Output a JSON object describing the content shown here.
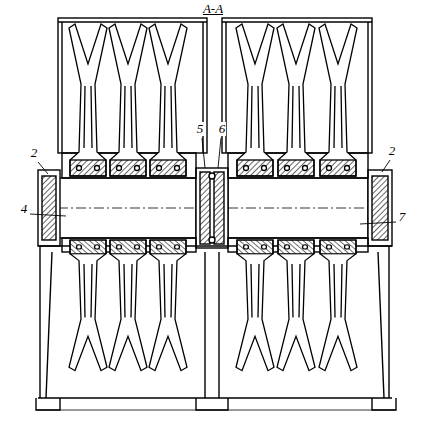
{
  "diagram": {
    "title": "A-A",
    "labels": [
      "2",
      "4",
      "5",
      "6",
      "2",
      "7"
    ]
  }
}
